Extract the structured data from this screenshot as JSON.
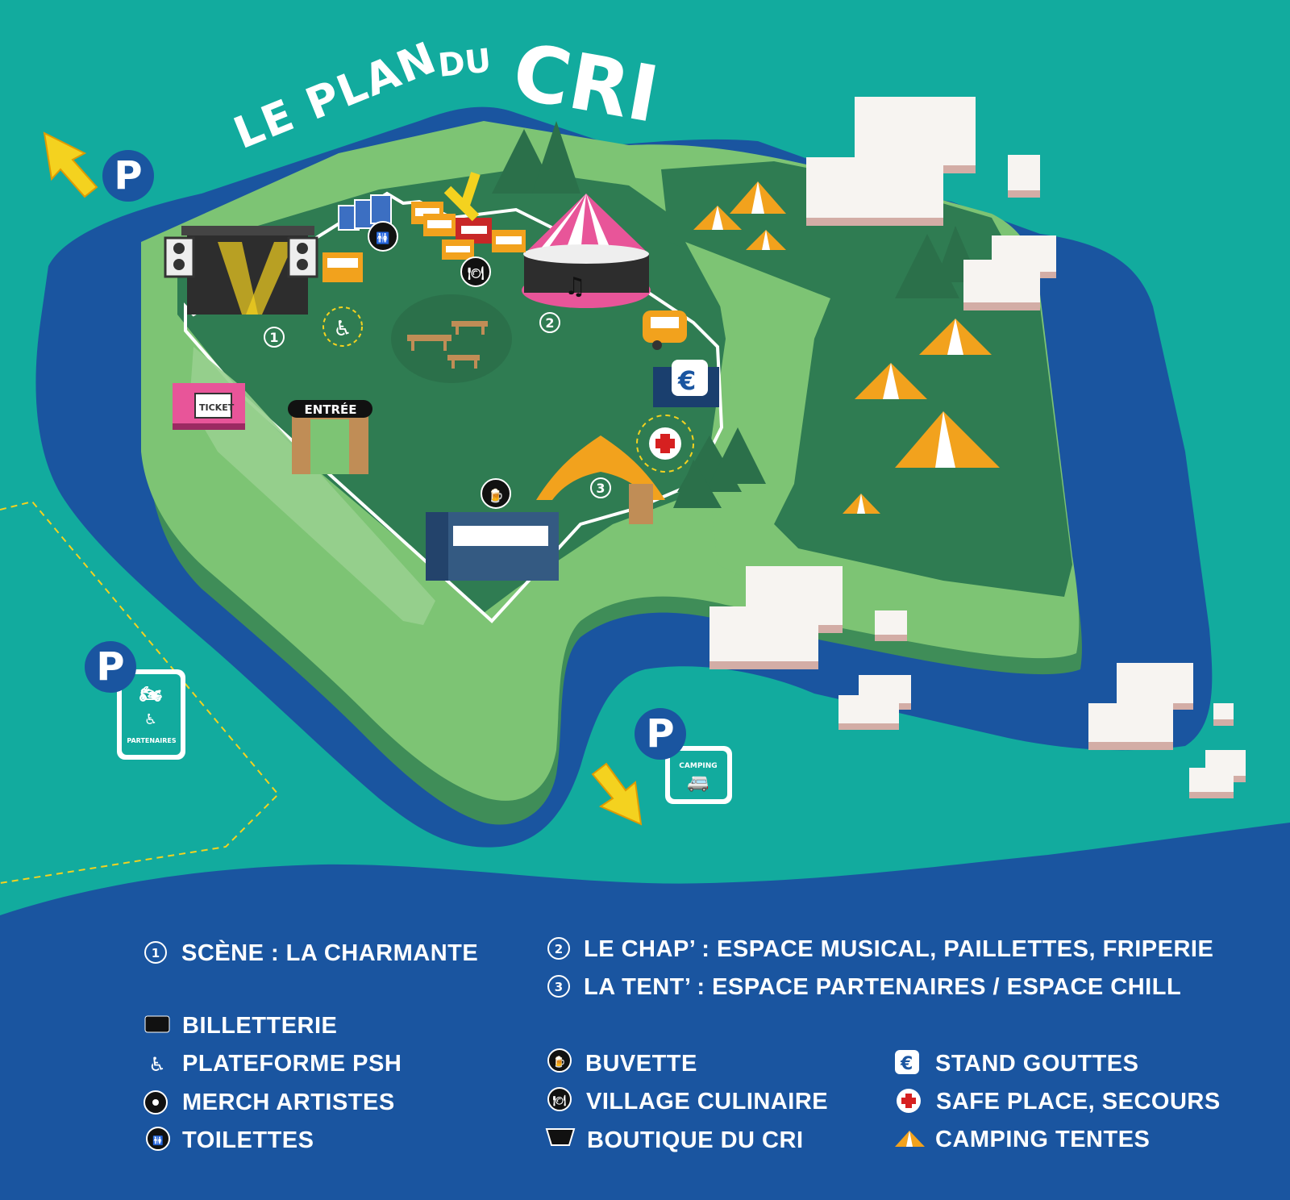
{
  "title": {
    "prefix": "LE PLAN",
    "middle": "DU",
    "main": "CRI"
  },
  "map_labels": {
    "entrance": "ENTRÉE",
    "parking_symbol": "P",
    "partners_parking": "PARTENAIRES",
    "camping_parking": "CAMPING",
    "ticket_sign": "TICKET",
    "stage_numbers": [
      "1",
      "2",
      "3"
    ]
  },
  "colors": {
    "water": "#12ab9e",
    "river": "#1a55a0",
    "island_light": "#7dc474",
    "island_dark": "#2f7c52",
    "tent_orange": "#f2a21d",
    "chapiteau_pink": "#e85599",
    "accent_yellow": "#f4d21f"
  },
  "legend": {
    "numbered": [
      {
        "num": "1",
        "text": "SCÈNE : LA CHARMANTE"
      },
      {
        "num": "2",
        "text": "LE CHAP’ : ESPACE MUSICAL, PAILLETTES, FRIPERIE"
      },
      {
        "num": "3",
        "text": "LA TENT’ : ESPACE PARTENAIRES / ESPACE CHILL"
      }
    ],
    "col1": [
      {
        "icon": "ticket-icon",
        "text": "BILLETTERIE"
      },
      {
        "icon": "wheelchair-icon",
        "text": "PLATEFORME PSH"
      },
      {
        "icon": "merch-icon",
        "text": "MERCH ARTISTES"
      },
      {
        "icon": "toilets-icon",
        "text": "TOILETTES"
      }
    ],
    "col2": [
      {
        "icon": "beer-icon",
        "text": "BUVETTE"
      },
      {
        "icon": "food-icon",
        "text": "VILLAGE CULINAIRE"
      },
      {
        "icon": "shop-icon",
        "text": "BOUTIQUE DU CRI"
      }
    ],
    "col3": [
      {
        "icon": "euro-token-icon",
        "text": "STAND GOUTTES"
      },
      {
        "icon": "red-cross-icon",
        "text": "SAFE PLACE, SECOURS"
      },
      {
        "icon": "tent-icon",
        "text": "CAMPING TENTES"
      }
    ]
  }
}
